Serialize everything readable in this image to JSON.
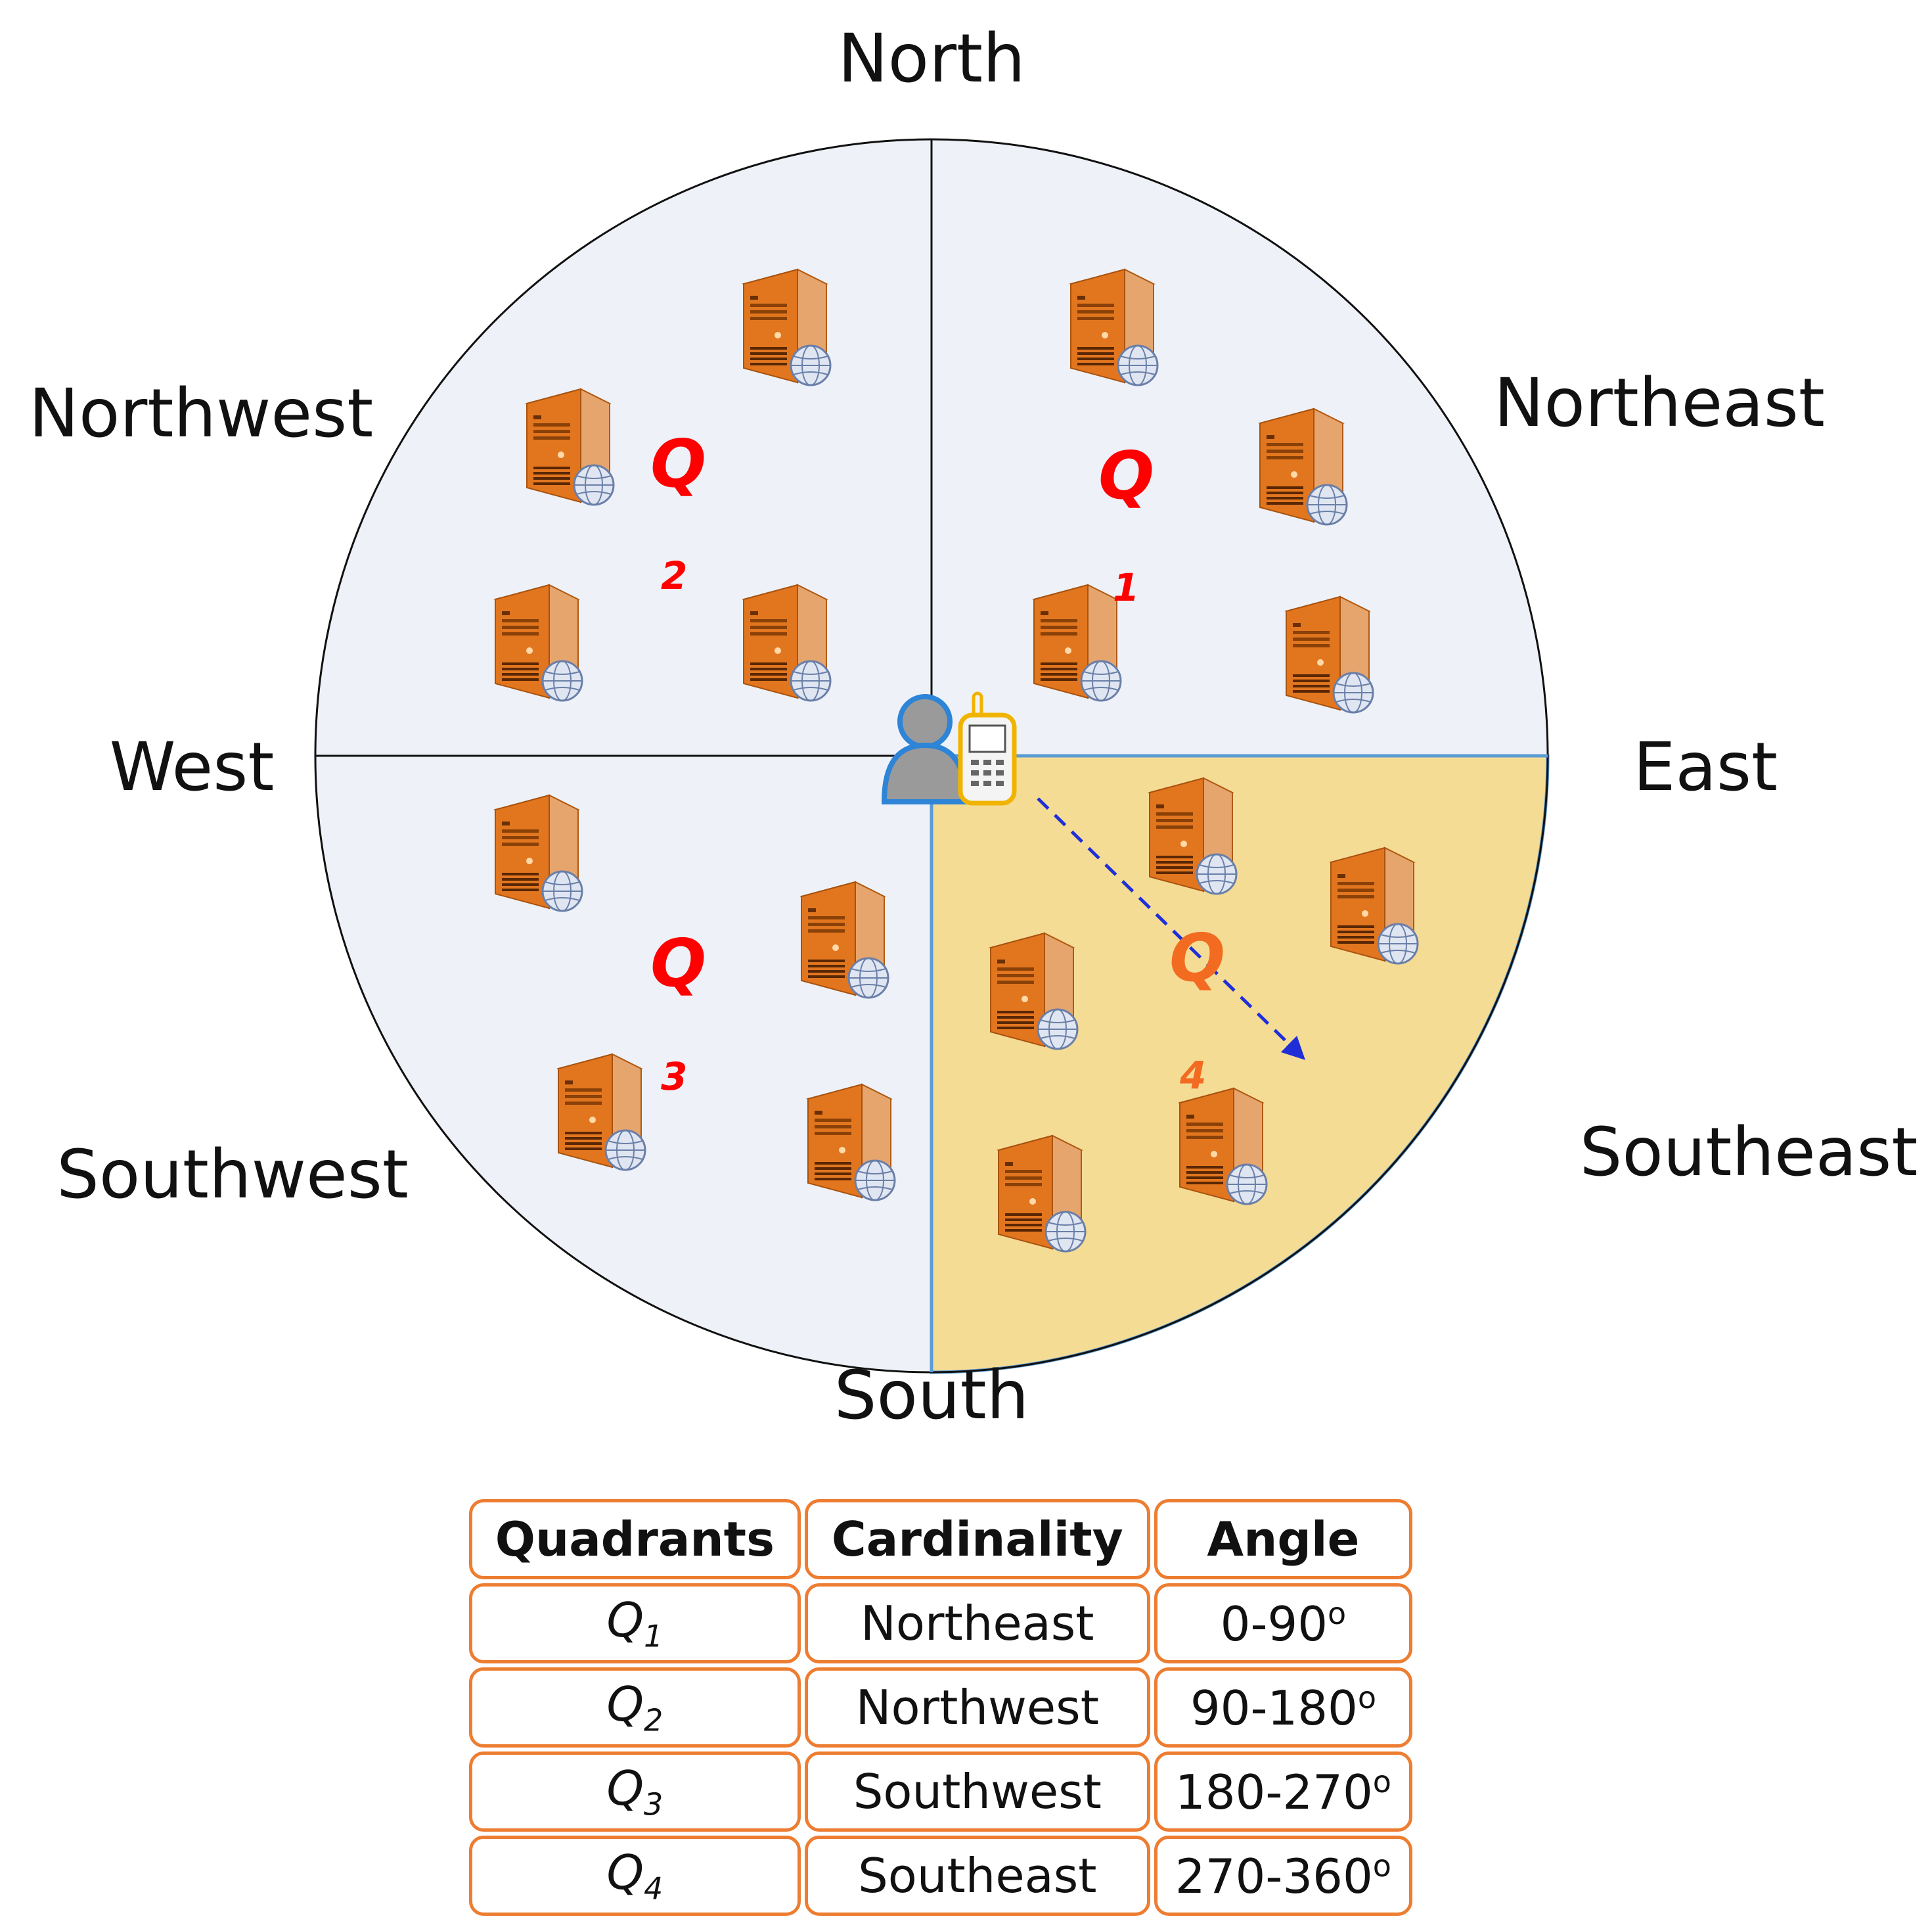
{
  "directions": {
    "north": "North",
    "northeast": "Northeast",
    "east": "East",
    "southeast": "Southeast",
    "south": "South",
    "southwest": "Southwest",
    "west": "West",
    "northwest": "Northwest"
  },
  "quadrant_labels": [
    {
      "letter": "Q",
      "number": "1",
      "color": "#ff0000"
    },
    {
      "letter": "Q",
      "number": "2",
      "color": "#ff0000"
    },
    {
      "letter": "Q",
      "number": "3",
      "color": "#ff0000"
    },
    {
      "letter": "Q",
      "number": "4",
      "color": "#f26b21"
    }
  ],
  "colors": {
    "quadrant_fill": "#eef2f8",
    "highlight_fill": "#f5dc95",
    "server_orange": "#e2761f",
    "arrow_blue": "#1f2fd8",
    "table_border": "#ed7d31"
  },
  "icons": {
    "server": "server-globe-icon",
    "user": "user-icon",
    "device": "mobile-device-icon"
  },
  "table": {
    "headers": [
      "Quadrants",
      "Cardinality",
      "Angle"
    ],
    "rows": [
      {
        "quadrant": "Q",
        "sub": "1",
        "cardinality": "Northeast",
        "angle": "0-90",
        "unit": "o"
      },
      {
        "quadrant": "Q",
        "sub": "2",
        "cardinality": "Northwest",
        "angle": "90-180",
        "unit": "o"
      },
      {
        "quadrant": "Q",
        "sub": "3",
        "cardinality": "Southwest",
        "angle": "180-270",
        "unit": "o"
      },
      {
        "quadrant": "Q",
        "sub": "4",
        "cardinality": "Southeast",
        "angle": "270-360",
        "unit": "o"
      }
    ]
  }
}
